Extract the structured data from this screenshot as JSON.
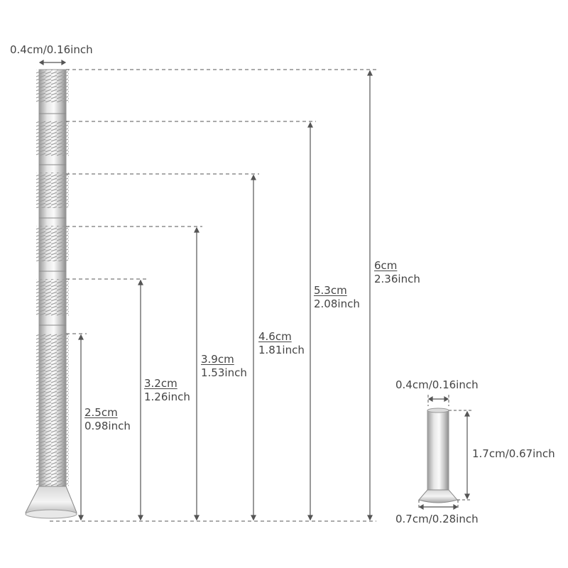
{
  "long_screw": {
    "thread_width": "0.4cm/0.16inch",
    "lengths": [
      {
        "cm": "2.5cm",
        "inch": "0.98inch"
      },
      {
        "cm": "3.2cm",
        "inch": "1.26inch"
      },
      {
        "cm": "3.9cm",
        "inch": "1.53inch"
      },
      {
        "cm": "4.6cm",
        "inch": "1.81inch"
      },
      {
        "cm": "5.3cm",
        "inch": "2.08inch"
      },
      {
        "cm": "6cm",
        "inch": "2.36inch"
      }
    ]
  },
  "short_screw": {
    "shank_width": "0.4cm/0.16inch",
    "length": "1.7cm/0.67inch",
    "head_width": "0.7cm/0.28inch"
  },
  "colors": {
    "line": "#555555",
    "metal_light": "#f2f2f2",
    "metal_mid": "#c8c8c8",
    "metal_dark": "#8a8a8a"
  }
}
